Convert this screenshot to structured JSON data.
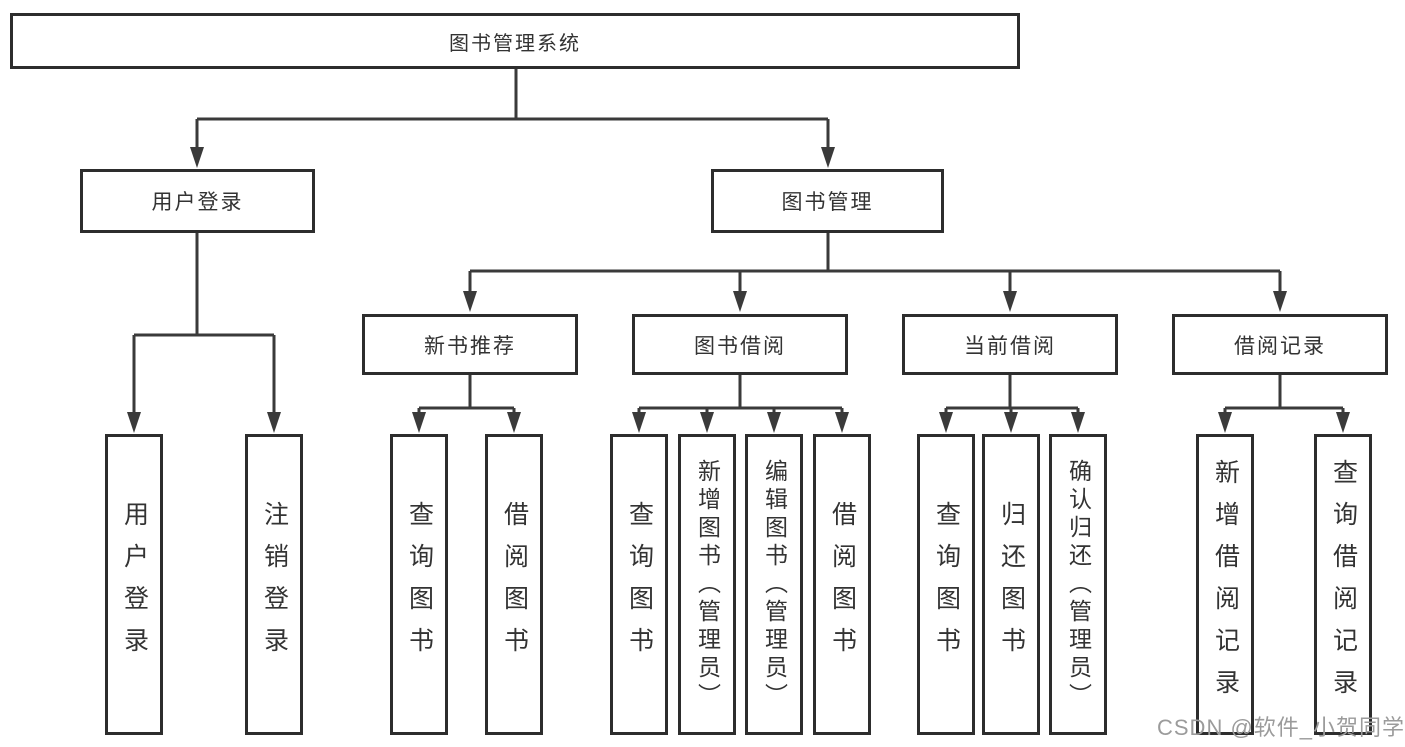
{
  "tree": {
    "label": "图书管理系统",
    "children": [
      {
        "label": "用户登录",
        "children": [
          {
            "label": "用户登录"
          },
          {
            "label": "注销登录"
          }
        ]
      },
      {
        "label": "图书管理",
        "children": [
          {
            "label": "新书推荐",
            "children": [
              {
                "label": "查询图书"
              },
              {
                "label": "借阅图书"
              }
            ]
          },
          {
            "label": "图书借阅",
            "children": [
              {
                "label": "查询图书"
              },
              {
                "label": "新增图书（管理员）"
              },
              {
                "label": "编辑图书（管理员）"
              },
              {
                "label": "借阅图书"
              }
            ]
          },
          {
            "label": "当前借阅",
            "children": [
              {
                "label": "查询图书"
              },
              {
                "label": "归还图书"
              },
              {
                "label": "确认归还（管理员）"
              }
            ]
          },
          {
            "label": "借阅记录",
            "children": [
              {
                "label": "新增借阅记录"
              },
              {
                "label": "查询借阅记录"
              }
            ]
          }
        ]
      }
    ]
  },
  "watermark": {
    "text": "CSDN @软件_小贺同学"
  },
  "colors": {
    "line": "#3a3a3a",
    "border": "#2d2d2d",
    "text": "#333333",
    "watermark": "#9b9b9b",
    "canvas": "#ffffff"
  }
}
